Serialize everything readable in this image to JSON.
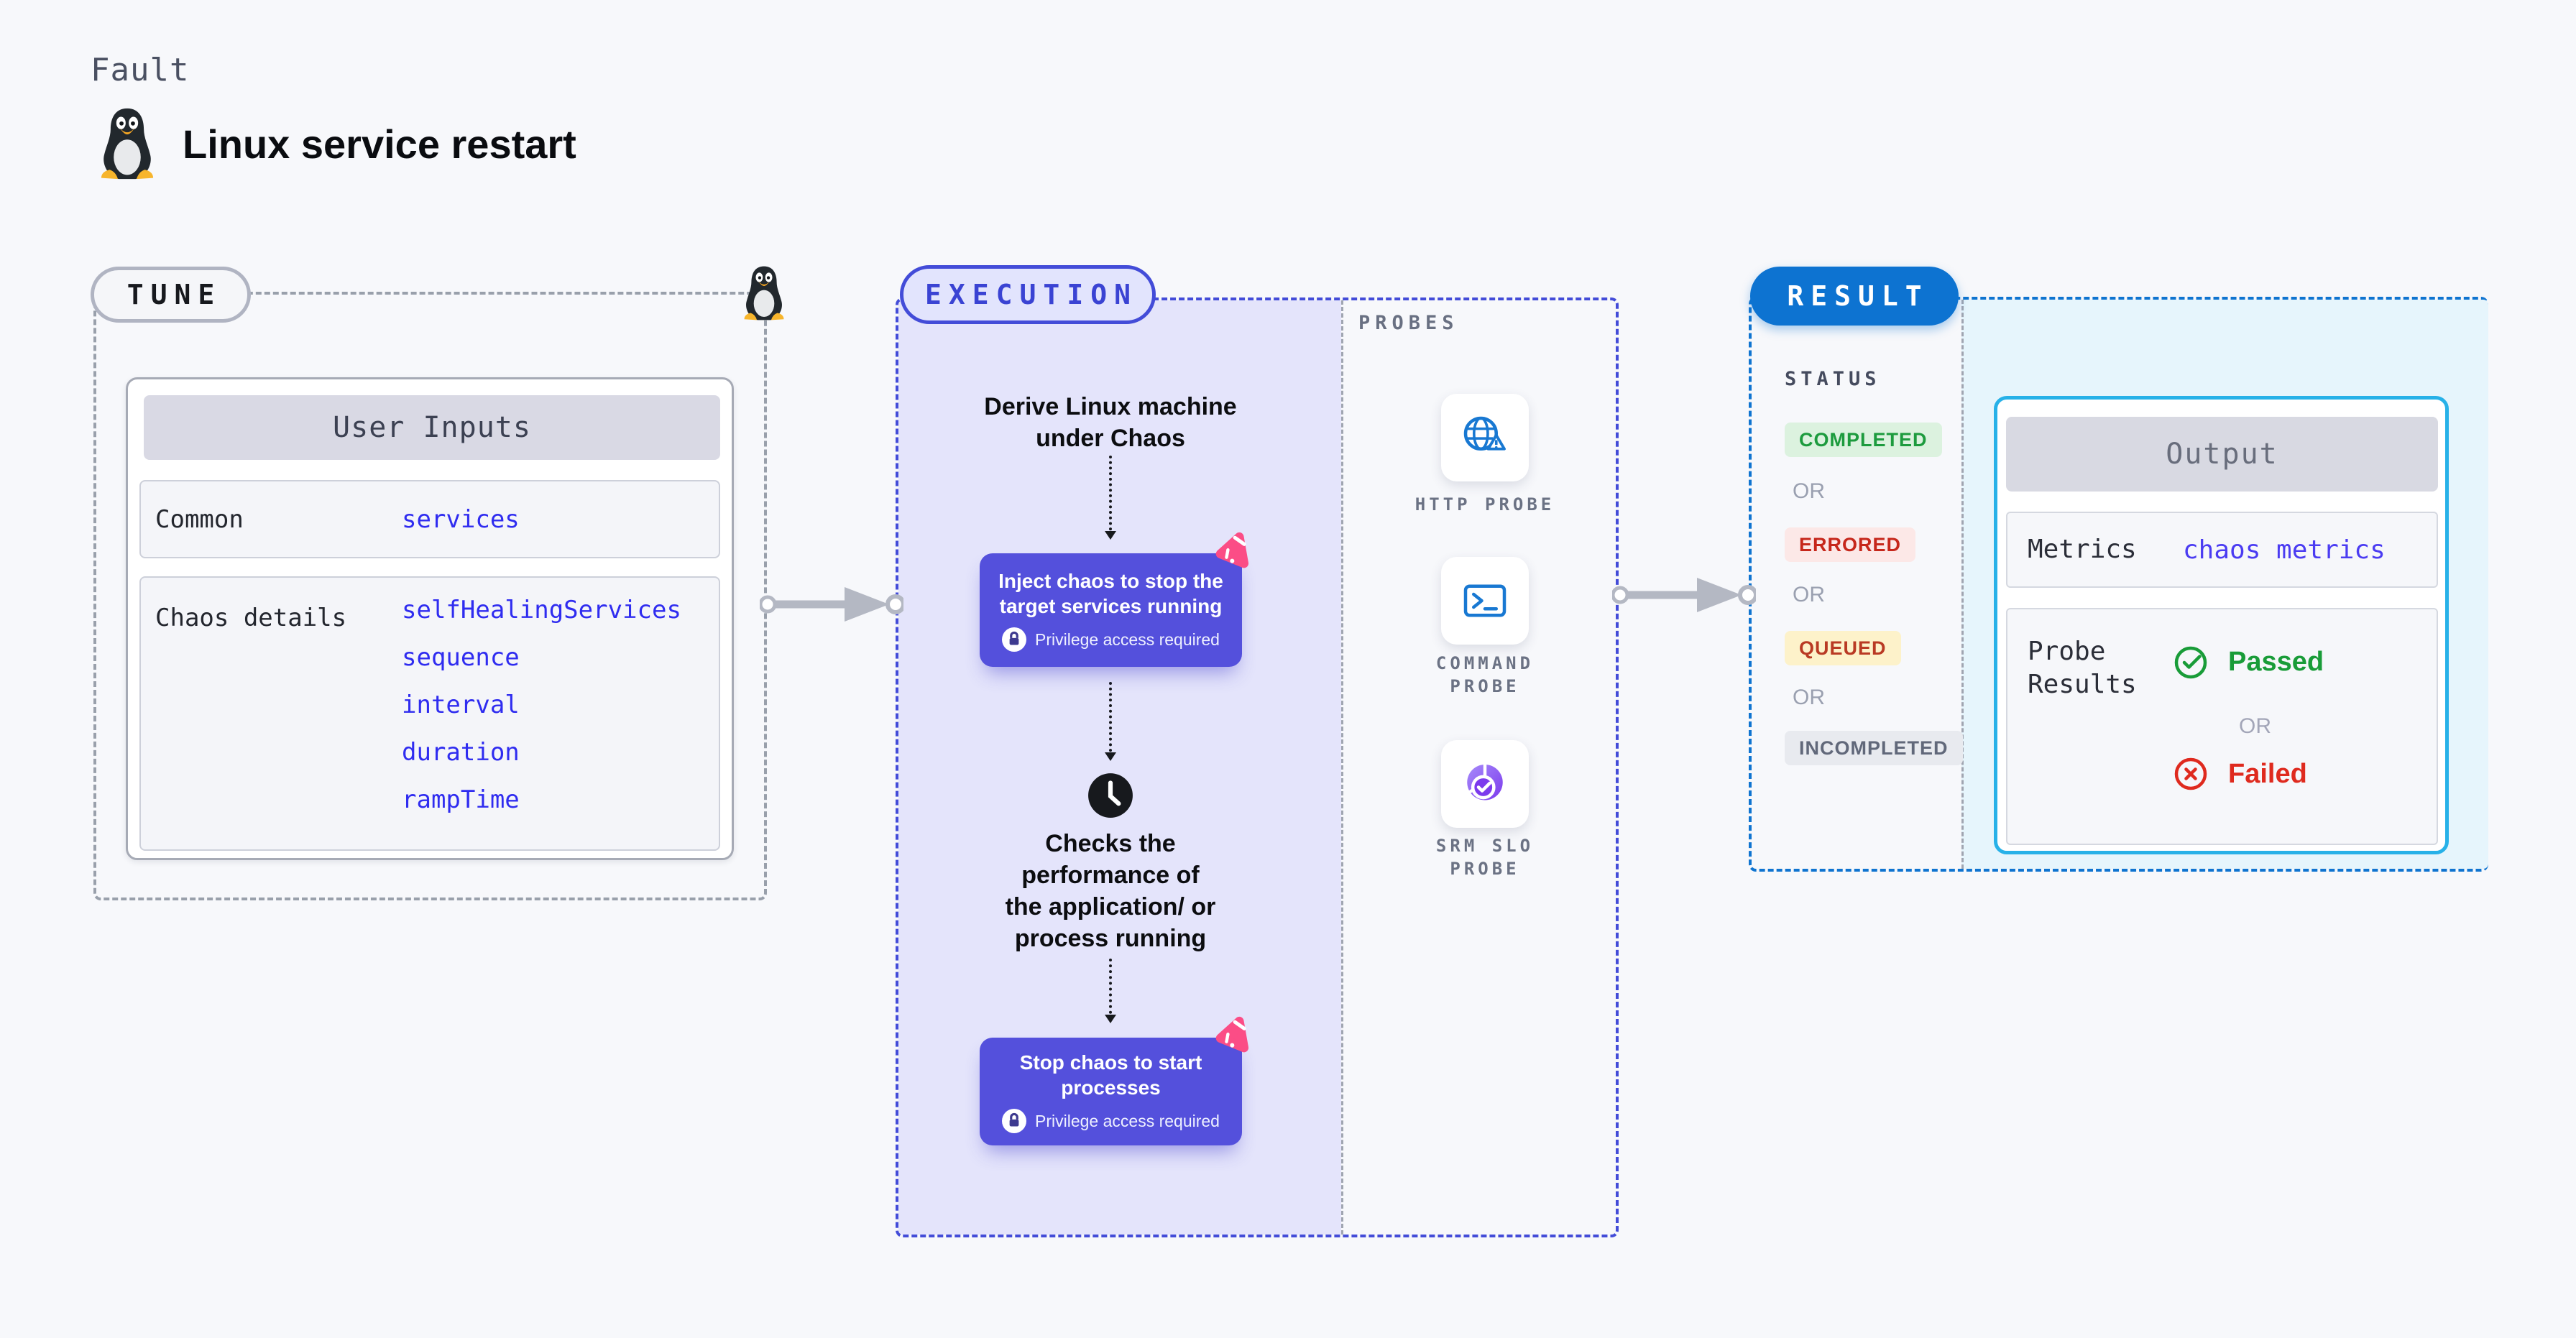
{
  "page": {
    "kicker": "Fault",
    "title": "Linux service restart"
  },
  "tune": {
    "label": "TUNE",
    "user_inputs": {
      "header": "User Inputs",
      "rows": [
        {
          "label": "Common",
          "values": [
            "services"
          ]
        },
        {
          "label": "Chaos details",
          "values": [
            "selfHealingServices",
            "sequence",
            "interval",
            "duration",
            "rampTime"
          ]
        }
      ]
    }
  },
  "execution": {
    "label": "EXECUTION",
    "derive_text": "Derive Linux machine\nunder Chaos",
    "inject_box": {
      "title": "Inject chaos to stop the\ntarget services running",
      "badge": "Privilege access required"
    },
    "checks_text": "Checks the\nperformance of\nthe application/ or\nprocess running",
    "stop_box": {
      "title": "Stop chaos to start\nprocesses",
      "badge": "Privilege access required"
    }
  },
  "probes": {
    "label": "PROBES",
    "items": [
      {
        "name": "HTTP PROBE",
        "icon": "globe-alert-icon"
      },
      {
        "name": "COMMAND\nPROBE",
        "icon": "terminal-icon"
      },
      {
        "name": "SRM SLO\nPROBE",
        "icon": "slo-donut-check-icon"
      }
    ]
  },
  "result": {
    "label": "RESULT",
    "status": {
      "heading": "STATUS",
      "separator": "OR",
      "badges": [
        {
          "text": "COMPLETED",
          "fg": "#1d9b3e",
          "bg": "#dcf2df"
        },
        {
          "text": "ERRORED",
          "fg": "#c6271b",
          "bg": "#fce8e7"
        },
        {
          "text": "QUEUED",
          "fg": "#b93a24",
          "bg": "#fdf2ca"
        },
        {
          "text": "INCOMPLETED",
          "fg": "#61687a",
          "bg": "#e8eaef"
        }
      ]
    },
    "output": {
      "header": "Output",
      "metrics_label": "Metrics",
      "metrics_value": "chaos metrics",
      "probe_results_label": "Probe\nResults",
      "passed": "Passed",
      "separator": "OR",
      "failed": "Failed"
    }
  },
  "colors": {
    "background": "#f7f8fb",
    "tune_accent": "#99a0ab",
    "execution_accent": "#434cd8",
    "execution_fill": "#e4e4fb",
    "step_box_purple": "#5450dc",
    "chaos_logo_pink": "#fb4d86",
    "parameter_link_blue": "#2f2cf0",
    "probe_icon_blue": "#1878d2",
    "result_accent": "#0d73d1",
    "output_border_cyan": "#27b1e8",
    "output_fill_cyan": "#e6f5fc",
    "passed_green": "#199c38",
    "failed_red": "#df2a1e",
    "arrow_gray": "#b4b8c3"
  }
}
